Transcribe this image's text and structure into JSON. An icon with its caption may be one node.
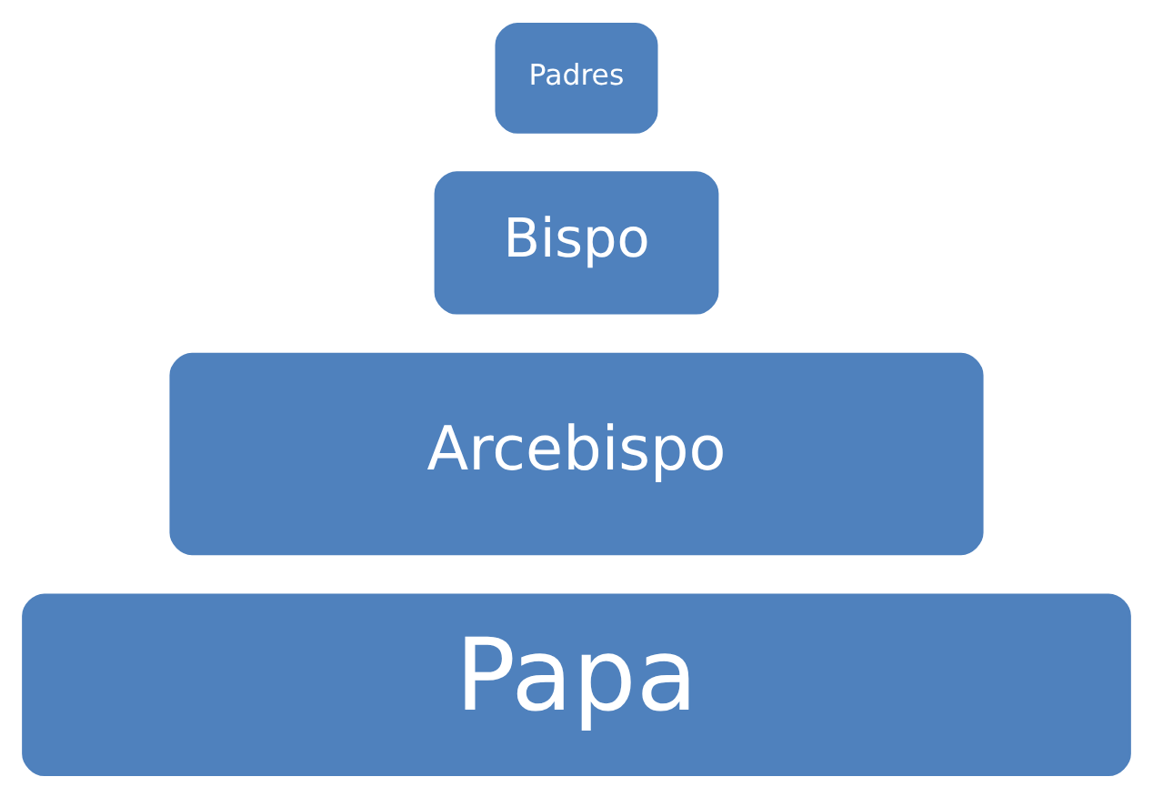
{
  "diagram": {
    "nodes": [
      {
        "text": [
          "Papa"
        ]
      },
      {
        "text": [
          "Arcebispo"
        ]
      },
      {
        "text": [
          "Bispo"
        ]
      },
      {
        "text": [
          "Padres"
        ]
      }
    ]
  }
}
